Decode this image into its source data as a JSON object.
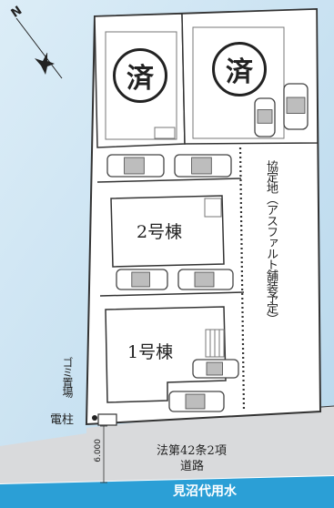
{
  "compass": {
    "north_label": "N",
    "icon": "compass-rose-icon"
  },
  "lots": {
    "sold_lot_left": {
      "badge": "済"
    },
    "sold_lot_right": {
      "badge": "済"
    },
    "building_2": {
      "label": "2号棟"
    },
    "building_1": {
      "label": "1号棟"
    }
  },
  "agreement_land": {
    "label": "協定地（アスファルト舗装予定）"
  },
  "garbage_station": {
    "label": "ゴミ置場"
  },
  "utility_pole": {
    "label": "電柱"
  },
  "road": {
    "label_line1": "法第42条2項",
    "label_line2": "道路",
    "width": "6.000"
  },
  "waterway": {
    "label": "見沼代用水"
  },
  "colors": {
    "background_blue": "#c8e0ef",
    "road_gray": "#d9dadc",
    "water_blue": "#2b9fd6",
    "boundary": "#333333",
    "car_gray": "#bdbdbd"
  }
}
